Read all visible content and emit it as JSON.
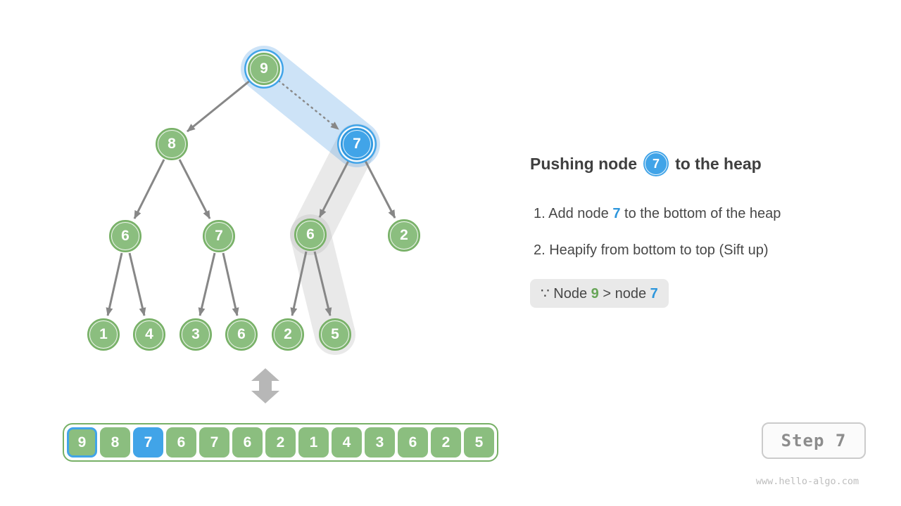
{
  "figure": {
    "description_kind": "heap-push-visualization"
  },
  "tree": {
    "nodes": [
      {
        "value": "9",
        "state": "green-with-blue-ring"
      },
      {
        "value": "8",
        "state": "green"
      },
      {
        "value": "7",
        "state": "blue-pushed"
      },
      {
        "value": "6",
        "state": "green"
      },
      {
        "value": "7",
        "state": "green"
      },
      {
        "value": "6",
        "state": "green"
      },
      {
        "value": "2",
        "state": "green"
      },
      {
        "value": "1",
        "state": "green"
      },
      {
        "value": "4",
        "state": "green"
      },
      {
        "value": "3",
        "state": "green"
      },
      {
        "value": "6",
        "state": "green"
      },
      {
        "value": "2",
        "state": "green"
      },
      {
        "value": "5",
        "state": "green"
      }
    ]
  },
  "array": {
    "cells": [
      {
        "value": "9",
        "state": "green-blue-outline"
      },
      {
        "value": "8",
        "state": "green"
      },
      {
        "value": "7",
        "state": "blue"
      },
      {
        "value": "6",
        "state": "green"
      },
      {
        "value": "7",
        "state": "green"
      },
      {
        "value": "6",
        "state": "green"
      },
      {
        "value": "2",
        "state": "green"
      },
      {
        "value": "1",
        "state": "green"
      },
      {
        "value": "4",
        "state": "green"
      },
      {
        "value": "3",
        "state": "green"
      },
      {
        "value": "6",
        "state": "green"
      },
      {
        "value": "2",
        "state": "green"
      },
      {
        "value": "5",
        "state": "green"
      }
    ]
  },
  "panel": {
    "title_prefix": "Pushing node",
    "title_badge": "7",
    "title_suffix": "to the heap",
    "steps": [
      {
        "pre": "1. Add node ",
        "highlight": "7",
        "post": " to the bottom of the heap"
      },
      {
        "pre": "2. Heapify from bottom to top (Sift up)",
        "highlight": "",
        "post": ""
      }
    ],
    "note": {
      "pre": "∵ Node ",
      "green": "9",
      "mid": " > node ",
      "blue": "7"
    }
  },
  "footer": {
    "step_label": "Step 7",
    "watermark": "www.hello-algo.com"
  },
  "icons": [
    "dotted-compare-arrow",
    "swap-updown-arrow"
  ],
  "colors": {
    "green_node": "#8BBE7F",
    "green_border": "#77B066",
    "blue_node": "#41A4E8",
    "blue_border": "#2E96DD",
    "blue_text": "#2D96DC",
    "green_text": "#67A557",
    "edge_gray": "#878787",
    "note_bg": "#E9E9E9",
    "text_dark": "#3F3F3F",
    "muted_gray": "#8D8D8D",
    "watermark_gray": "#BDBDBD",
    "swap_arrow_gray": "#B7B7B7"
  }
}
